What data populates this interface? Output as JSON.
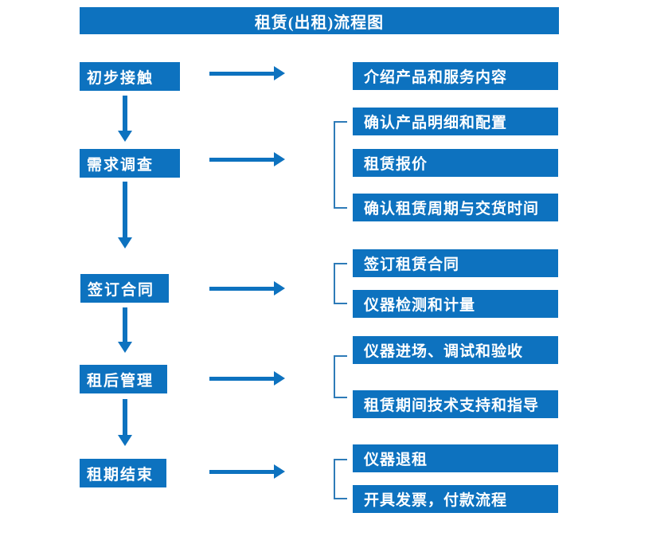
{
  "title": "租赁(出租)流程图",
  "colors": {
    "primary_blue": "#0d72bf",
    "bracket_blue": "#2e7bb8",
    "text_white": "#ffffff",
    "background": "#ffffff"
  },
  "stages": [
    {
      "label": "初步接触",
      "outputs": [
        "介绍产品和服务内容"
      ]
    },
    {
      "label": "需求调查",
      "outputs": [
        "确认产品明细和配置",
        "租赁报价",
        "确认租赁周期与交货时间"
      ]
    },
    {
      "label": "签订合同",
      "outputs": [
        "签订租赁合同",
        "仪器检测和计量"
      ]
    },
    {
      "label": "租后管理",
      "outputs": [
        "仪器进场、调试和验收",
        "租赁期间技术支持和指导"
      ]
    },
    {
      "label": "租期结束",
      "outputs": [
        "仪器退租",
        "开具发票，付款流程"
      ]
    }
  ]
}
